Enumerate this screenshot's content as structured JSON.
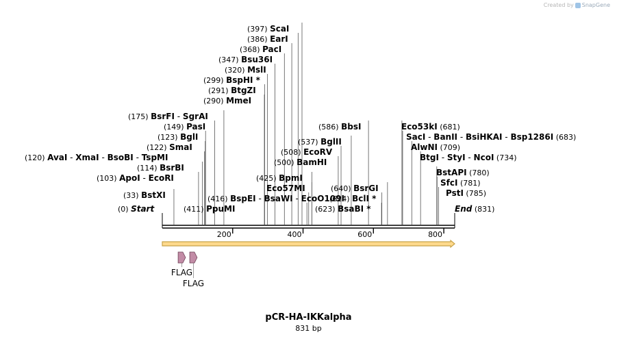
{
  "credit": {
    "prefix": "Created by",
    "brand": "SnapGene"
  },
  "map": {
    "title": "pCR-HA-IKKalpha",
    "size_label": "831 bp",
    "length": 831
  },
  "colors": {
    "backbone": "#000000",
    "arrow_fill": "#ffd98c",
    "arrow_stroke": "#c8a34a",
    "feature_fill": "#c28ca6",
    "feature_stroke": "#6e4257",
    "site_line": "#555555"
  },
  "axis_ticks": [
    "200",
    "400",
    "600",
    "800"
  ],
  "labels": [
    {
      "name": "scai",
      "pos": "(397)",
      "enzymes": [
        "ScaI"
      ],
      "star": false,
      "bp": 397,
      "posRight": false
    },
    {
      "name": "eari",
      "pos": "(386)",
      "enzymes": [
        "EarI"
      ],
      "star": false,
      "bp": 386,
      "posRight": false
    },
    {
      "name": "paci",
      "pos": "(368)",
      "enzymes": [
        "PacI"
      ],
      "star": false,
      "bp": 368,
      "posRight": false
    },
    {
      "name": "bsu36i",
      "pos": "(347)",
      "enzymes": [
        "Bsu36I"
      ],
      "star": false,
      "bp": 347,
      "posRight": false
    },
    {
      "name": "msli",
      "pos": "(320)",
      "enzymes": [
        "MslI"
      ],
      "star": false,
      "bp": 320,
      "posRight": false
    },
    {
      "name": "bsphi",
      "pos": "(299)",
      "enzymes": [
        "BspHI"
      ],
      "star": true,
      "bp": 299,
      "posRight": false
    },
    {
      "name": "btgzi",
      "pos": "(291)",
      "enzymes": [
        "BtgZI"
      ],
      "star": false,
      "bp": 291,
      "posRight": false
    },
    {
      "name": "mmei",
      "pos": "(290)",
      "enzymes": [
        "MmeI"
      ],
      "star": false,
      "bp": 290,
      "posRight": false
    },
    {
      "name": "bsrfi",
      "pos": "(175)",
      "enzymes": [
        "BsrFI",
        "SgrAI"
      ],
      "star": false,
      "bp": 175,
      "posRight": false
    },
    {
      "name": "pasi",
      "pos": "(149)",
      "enzymes": [
        "PasI"
      ],
      "star": false,
      "bp": 149,
      "posRight": false
    },
    {
      "name": "bgli",
      "pos": "(123)",
      "enzymes": [
        "BglI"
      ],
      "star": false,
      "bp": 123,
      "posRight": false
    },
    {
      "name": "smai",
      "pos": "(122)",
      "enzymes": [
        "SmaI"
      ],
      "star": false,
      "bp": 122,
      "posRight": false
    },
    {
      "name": "avai",
      "pos": "(120)",
      "enzymes": [
        "AvaI",
        "XmaI",
        "BsoBI",
        "TspMI"
      ],
      "star": false,
      "bp": 120,
      "posRight": false
    },
    {
      "name": "bsrbi",
      "pos": "(114)",
      "enzymes": [
        "BsrBI"
      ],
      "star": false,
      "bp": 114,
      "posRight": false
    },
    {
      "name": "apoi",
      "pos": "(103)",
      "enzymes": [
        "ApoI",
        "EcoRI"
      ],
      "star": false,
      "bp": 103,
      "posRight": false
    },
    {
      "name": "bstxi",
      "pos": "(33)",
      "enzymes": [
        "BstXI"
      ],
      "star": false,
      "bp": 33,
      "posRight": false
    },
    {
      "name": "start",
      "pos": "(0)",
      "enzymes": [
        "Start"
      ],
      "star": false,
      "bp": 0,
      "posRight": false,
      "italic": true
    },
    {
      "name": "ppumi",
      "pos": "(411)",
      "enzymes": [
        "PpuMI"
      ],
      "star": false,
      "bp": 411,
      "posRight": false
    },
    {
      "name": "bspei",
      "pos": "(416)",
      "enzymes": [
        "BspEI",
        "BsaWI",
        "EcoO109I"
      ],
      "star": false,
      "bp": 416,
      "posRight": false
    },
    {
      "name": "bpmi",
      "pos": "(425)",
      "enzymes": [
        "BpmI"
      ],
      "star": false,
      "bp": 425,
      "posRight": false
    },
    {
      "name": "eco57mi",
      "pos": "",
      "enzymes": [
        "Eco57MI"
      ],
      "star": false,
      "bp": 425,
      "posRight": false
    },
    {
      "name": "bamhi",
      "pos": "(500)",
      "enzymes": [
        "BamHI"
      ],
      "star": false,
      "bp": 500,
      "posRight": false
    },
    {
      "name": "ecorv",
      "pos": "(508)",
      "enzymes": [
        "EcoRV"
      ],
      "star": false,
      "bp": 508,
      "posRight": false
    },
    {
      "name": "bglii",
      "pos": "(537)",
      "enzymes": [
        "BglII"
      ],
      "star": false,
      "bp": 537,
      "posRight": false
    },
    {
      "name": "bbsi",
      "pos": "(586)",
      "enzymes": [
        "BbsI"
      ],
      "star": false,
      "bp": 586,
      "posRight": false
    },
    {
      "name": "bsrgi",
      "pos": "(640)",
      "enzymes": [
        "BsrGI"
      ],
      "star": false,
      "bp": 640,
      "posRight": false
    },
    {
      "name": "bcli",
      "pos": "(624)",
      "enzymes": [
        "BclI"
      ],
      "star": true,
      "bp": 624,
      "posRight": false
    },
    {
      "name": "bsabi",
      "pos": "(623)",
      "enzymes": [
        "BsaBI"
      ],
      "star": true,
      "bp": 623,
      "posRight": false
    },
    {
      "name": "eco53ki",
      "pos": "(681)",
      "enzymes": [
        "Eco53kI"
      ],
      "star": false,
      "bp": 681,
      "posRight": true
    },
    {
      "name": "saci",
      "pos": "(683)",
      "enzymes": [
        "SacI",
        "BanII",
        "BsiHKAI",
        "Bsp1286I"
      ],
      "star": false,
      "bp": 683,
      "posRight": true
    },
    {
      "name": "alwni",
      "pos": "(709)",
      "enzymes": [
        "AlwNI"
      ],
      "star": false,
      "bp": 709,
      "posRight": true
    },
    {
      "name": "btgi",
      "pos": "(734)",
      "enzymes": [
        "BtgI",
        "StyI",
        "NcoI"
      ],
      "star": false,
      "bp": 734,
      "posRight": true
    },
    {
      "name": "bstapi",
      "pos": "(780)",
      "enzymes": [
        "BstAPI"
      ],
      "star": false,
      "bp": 780,
      "posRight": true
    },
    {
      "name": "sfci",
      "pos": "(781)",
      "enzymes": [
        "SfcI"
      ],
      "star": false,
      "bp": 781,
      "posRight": true
    },
    {
      "name": "psti",
      "pos": "(785)",
      "enzymes": [
        "PstI"
      ],
      "star": false,
      "bp": 785,
      "posRight": true
    },
    {
      "name": "end",
      "pos": "(831)",
      "enzymes": [
        "End"
      ],
      "star": false,
      "bp": 831,
      "posRight": true,
      "italic": true
    }
  ],
  "features": [
    {
      "name": "flag-1",
      "label": "FLAG",
      "start": 45,
      "end": 66
    },
    {
      "name": "flag-2",
      "label": "FLAG",
      "start": 78,
      "end": 99
    }
  ]
}
